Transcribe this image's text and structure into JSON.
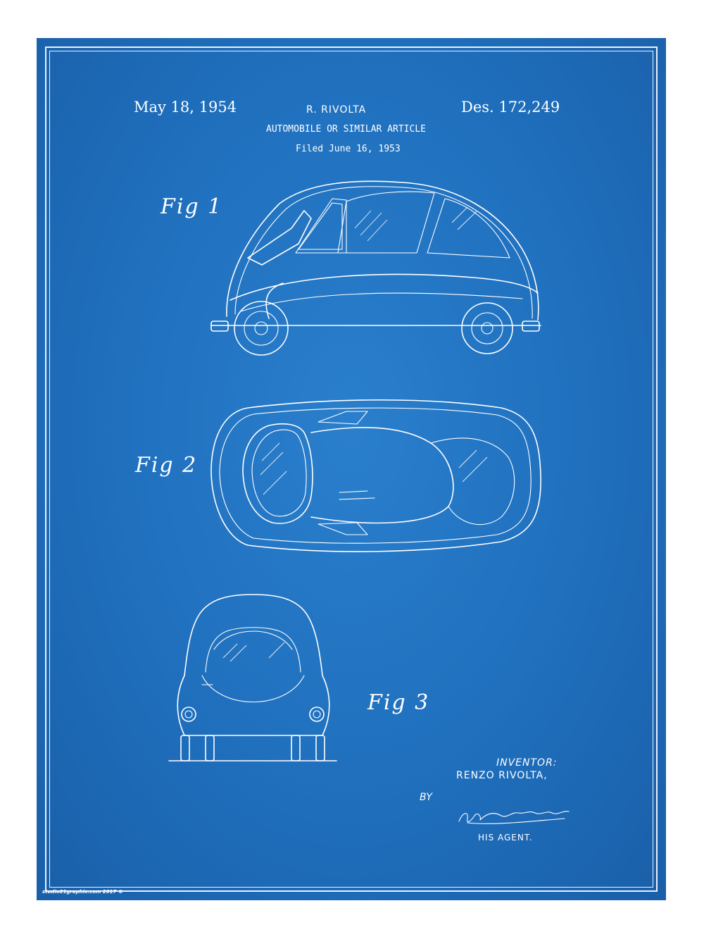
{
  "header": {
    "date": "May 18, 1954",
    "inventor": "R. RIVOLTA",
    "patent_number": "Des. 172,249",
    "title": "AUTOMOBILE OR SIMILAR ARTICLE",
    "filed": "Filed June 16, 1953"
  },
  "figures": {
    "fig1": "Fig 1",
    "fig2": "Fig 2",
    "fig3": "Fig 3"
  },
  "footer": {
    "inventor_label": "INVENTOR:",
    "inventor_name": "RENZO RIVOLTA,",
    "by": "BY",
    "signature": "Edward A. Marsh",
    "agent": "HIS AGENT.",
    "credit": "studio21graphix.com 2017 ©"
  },
  "colors": {
    "background": "#1f6fbd",
    "lines": "#ffffff",
    "page": "#ffffff"
  }
}
